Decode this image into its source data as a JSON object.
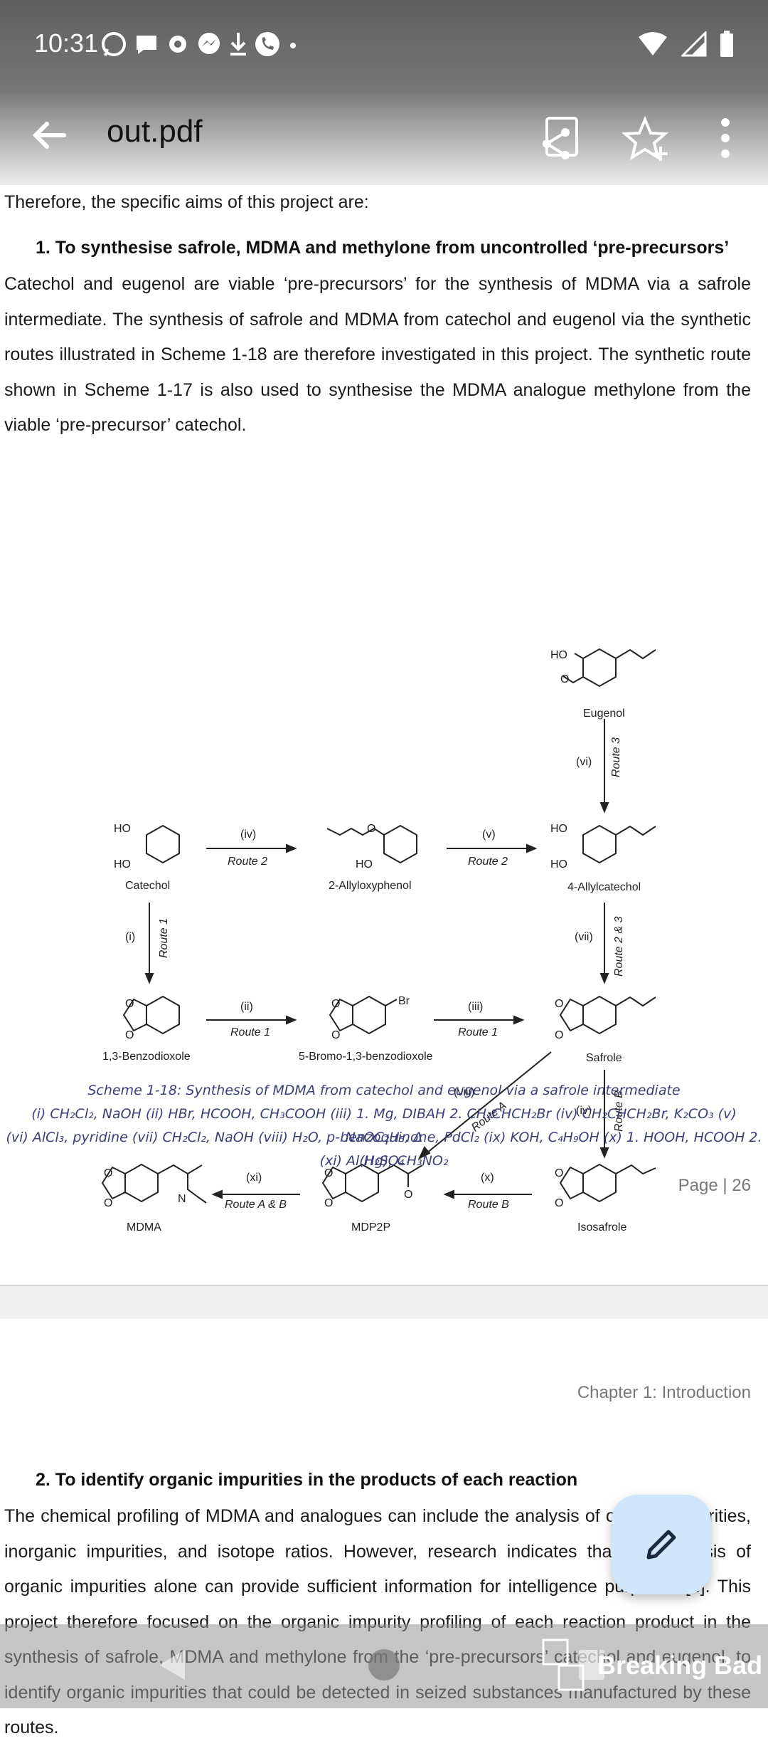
{
  "status_bar": {
    "time": "10:31"
  },
  "app_bar": {
    "title": "out.pdf"
  },
  "page1": {
    "intro": "Therefore, the specific aims of this project are:",
    "aim1": "1.   To synthesise safrole, MDMA and methylone from uncontrolled ‘pre-precursors’",
    "para1": "Catechol and eugenol are viable ‘pre-precursors’ for the synthesis of MDMA via a safrole intermediate. The synthesis of safrole and MDMA from catechol and eugenol via the synthetic routes illustrated in Scheme 1-18 are therefore investigated in this project. The synthetic route shown in Scheme 1-17 is also used to synthesise the MDMA analogue methylone from the viable ‘pre-precursor’ catechol.",
    "page_number": "Page | 26"
  },
  "scheme": {
    "compounds": {
      "eugenol": "Eugenol",
      "catechol": "Catechol",
      "allyloxyphenol": "2-Allyloxyphenol",
      "allylcatechol": "4-Allylcatechol",
      "benzodioxole": "1,3-Benzodioxole",
      "bromobenzodioxole": "5-Bromo-1,3-benzodioxole",
      "safrole": "Safrole",
      "mdma": "MDMA",
      "mdp2p": "MDP2P",
      "isosafrole": "Isosafrole"
    },
    "atoms": {
      "ho": "HO",
      "o": "O",
      "br": "Br",
      "n": "N"
    },
    "steps": {
      "vi": "(vi)",
      "route3": "Route 3",
      "iv_top": "(iv)",
      "route2a": "Route 2",
      "v": "(v)",
      "route2b": "Route 2",
      "i": "(i)",
      "route1a": "Route 1",
      "vii": "(vii)",
      "route23": "Route 2 & 3",
      "ii": "(ii)",
      "route1b": "Route 1",
      "iii": "(iii)",
      "route1c": "Route 1",
      "viii": "(viii)",
      "routeA": "Route A",
      "iv_right": "(iv)",
      "routeB1": "Route B",
      "xi": "(xi)",
      "routeAB": "Route A & B",
      "x": "(x)",
      "routeB2": "Route B"
    },
    "caption_title": "Scheme 1-18: Synthesis of MDMA from catechol and eugenol via a safrole intermediate",
    "caption_line1": "(i) CH₂Cl₂, NaOH (ii) HBr, HCOOH, CH₃COOH (iii) 1. Mg, DIBAH 2. CH₂CHCH₂Br (iv) CH₂CHCH₂Br, K₂CO₃ (v) NaOC₂H₅, Δ",
    "caption_line2": "(vi) AlCl₃, pyridine (vii) CH₂Cl₂, NaOH (viii) H₂O, p-benzoquinone, PdCl₂ (ix) KOH, C₄H₉OH (x) 1. HOOH, HCOOH 2. H₂SO₄",
    "caption_line3": "(xi) Al(Hg), CH₃NO₂"
  },
  "page2": {
    "chapter": "Chapter 1: Introduction",
    "aim2": "2.   To identify organic impurities in the products of each reaction",
    "para2": "The chemical profiling of MDMA and analogues can include the analysis of organic impurities, inorganic impurities, and isotope ratios. However, research indicates that the analysis of organic impurities alone can provide sufficient information for intelligence purposes [..]. This project therefore focused on the organic impurity profiling of each reaction product in the synthesis of safrole, MDMA and methylone from the ‘pre-precursors’ catechol and eugenol, to identify organic impurities that could be detected in seized substances manufactured by these routes."
  },
  "watermark": {
    "text": "Breaking Bad"
  },
  "colors": {
    "caption": "#3a3f78",
    "fab": "#cfe6fb"
  }
}
